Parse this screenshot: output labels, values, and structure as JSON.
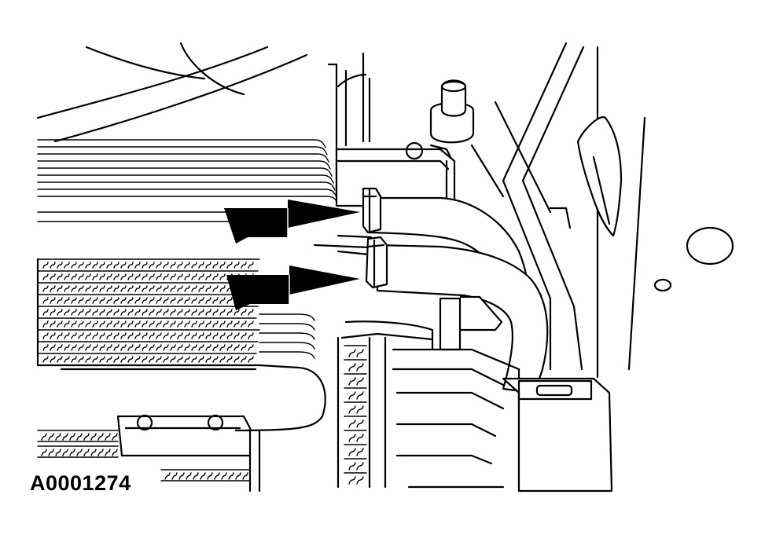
{
  "figure_id": "A0001274",
  "colors": {
    "line": "#000000",
    "background": "#ffffff"
  },
  "arrows": [
    {
      "name": "arrow-upper-hose-clamp",
      "target": "upper-hose-clamp"
    },
    {
      "name": "arrow-lower-hose-clamp",
      "target": "lower-hose-clamp"
    }
  ]
}
